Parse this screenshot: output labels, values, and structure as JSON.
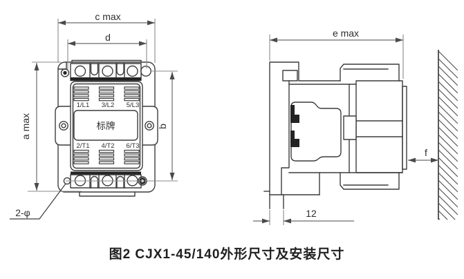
{
  "caption": "图2 CJX1-45/140外形尺寸及安装尺寸",
  "front_view": {
    "nameplate_label": "标牌",
    "top_terminal_labels": [
      "1/L1",
      "3/L2",
      "5/L3"
    ],
    "bottom_terminal_labels": [
      "2/T1",
      "4/T2",
      "6/T3"
    ],
    "dim_width_max": "c max",
    "dim_mount_spacing_h": "d",
    "dim_height_max": "a max",
    "dim_mount_spacing_v": "b",
    "mount_hole_callout": "2-φ"
  },
  "side_view": {
    "dim_depth_max": "e max",
    "dim_wall_clearance": "f",
    "dim_foot_width": "12"
  },
  "colors": {
    "line": "#3c3c3c",
    "dimension": "#6b6b6b",
    "dark_fill": "#242424"
  }
}
